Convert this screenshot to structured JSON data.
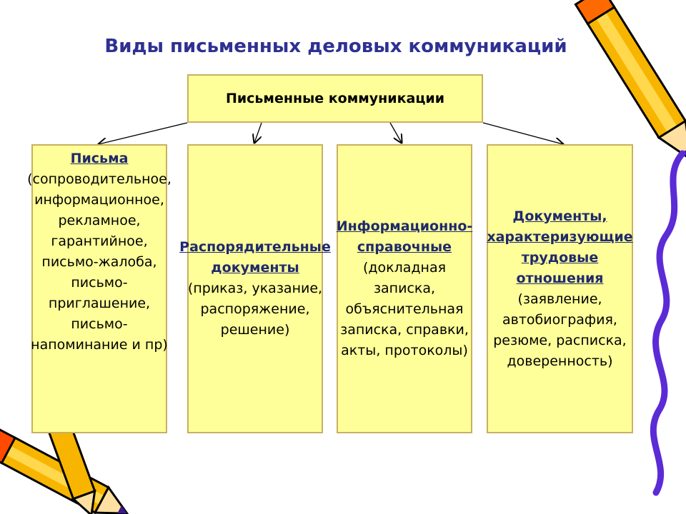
{
  "title": "Виды письменных деловых коммуникаций",
  "root": "Письменные коммуникации",
  "boxes": [
    {
      "head": "Письма",
      "body": "(сопроводительное, информационное, рекламное, гарантийное, письмо-жалоба, письмо-приглашение, письмо-напоминание и пр)"
    },
    {
      "head": "Распорядительные документы",
      "body": "(приказ, указание, распоряжение, решение)"
    },
    {
      "head": "Информационно-справочные",
      "body": "(докладная записка, объяснительная записка, справки, акты, протоколы)"
    },
    {
      "head": "Документы, характеризующие трудовые отношения",
      "body": "(заявление, автобиография, резюме, расписка, доверенность)"
    }
  ],
  "colors": {
    "box_fill": "#ffff99",
    "box_border": "#c9b060",
    "title": "#2e3192",
    "head": "#1f2a6b"
  },
  "decorations": [
    "pencil-icon",
    "pencil-icon",
    "squiggle-line"
  ]
}
